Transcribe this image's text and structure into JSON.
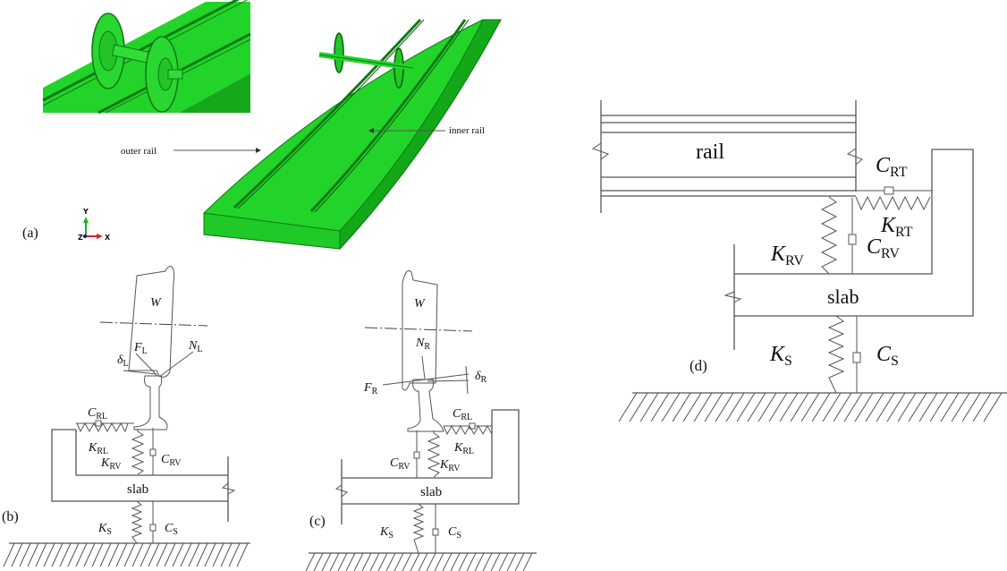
{
  "panel_a": {
    "label": "(a)",
    "outer_rail_label": "outer rail",
    "inner_rail_label": "inner rail",
    "axes": {
      "y": "Y",
      "z": "Z",
      "x": "X"
    },
    "colors": {
      "track_top": "#22d42a",
      "track_side": "#12a818",
      "track_dark": "#0e7a12",
      "axis_x": "#e02020",
      "axis_y": "#20b020",
      "axis_z": "#1010c0"
    }
  },
  "panel_b": {
    "label": "(b)",
    "wheel": "W",
    "F": {
      "main": "F",
      "sub": "L"
    },
    "N": {
      "main": "N",
      "sub": "L"
    },
    "delta": {
      "main": "δ",
      "sub": "L"
    },
    "C_RL": {
      "main": "C",
      "sub": "RL"
    },
    "K_RL": {
      "main": "K",
      "sub": "RL"
    },
    "K_RV": {
      "main": "K",
      "sub": "RV"
    },
    "C_RV": {
      "main": "C",
      "sub": "RV"
    },
    "slab": "slab",
    "K_S": {
      "main": "K",
      "sub": "S"
    },
    "C_S": {
      "main": "C",
      "sub": "S"
    }
  },
  "panel_c": {
    "label": "(c)",
    "wheel": "W",
    "N": {
      "main": "N",
      "sub": "R"
    },
    "F": {
      "main": "F",
      "sub": "R"
    },
    "delta": {
      "main": "δ",
      "sub": "R"
    },
    "C_RL": {
      "main": "C",
      "sub": "RL"
    },
    "K_RL": {
      "main": "K",
      "sub": "RL"
    },
    "C_RV": {
      "main": "C",
      "sub": "RV"
    },
    "K_RV": {
      "main": "K",
      "sub": "RV"
    },
    "slab": "slab",
    "K_S": {
      "main": "K",
      "sub": "S"
    },
    "C_S": {
      "main": "C",
      "sub": "S"
    }
  },
  "panel_d": {
    "label": "(d)",
    "rail": "rail",
    "C_RT": {
      "main": "C",
      "sub": "RT"
    },
    "K_RT": {
      "main": "K",
      "sub": "RT"
    },
    "K_RV": {
      "main": "K",
      "sub": "RV"
    },
    "C_RV": {
      "main": "C",
      "sub": "RV"
    },
    "slab": "slab",
    "K_S": {
      "main": "K",
      "sub": "S"
    },
    "C_S": {
      "main": "C",
      "sub": "S"
    }
  }
}
